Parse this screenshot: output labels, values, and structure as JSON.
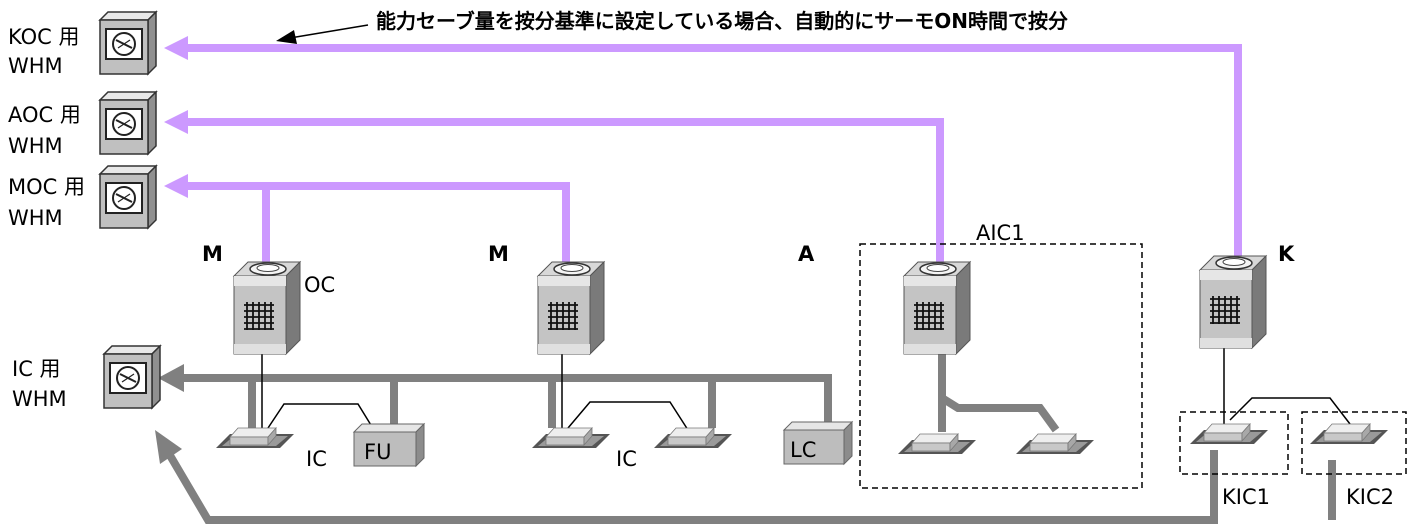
{
  "note": "能力セーブ量を按分基準に設定している場合、自動的にサーモON時間で按分",
  "colors": {
    "signal": "#cc99ff",
    "pipe": "#808080",
    "wire": "#000000",
    "box_dash": "#000000"
  },
  "meters": [
    {
      "label_1": "KOC 用",
      "label_2": "WHM"
    },
    {
      "label_1": "AOC 用",
      "label_2": "WHM"
    },
    {
      "label_1": "MOC 用",
      "label_2": "WHM"
    },
    {
      "label_1": "IC 用",
      "label_2": "WHM"
    }
  ],
  "outdoor_units": [
    {
      "group": "M",
      "tag": "OC"
    },
    {
      "group": "M",
      "tag": ""
    },
    {
      "group": "A",
      "tag": ""
    },
    {
      "group": "K",
      "tag": ""
    }
  ],
  "indoor_labels": {
    "ic_1": "IC",
    "fu": "FU",
    "ic_2": "IC",
    "lc": "LC",
    "aic": "AIC1",
    "kic_1": "KIC1",
    "kic_2": "KIC2"
  },
  "icons": [
    "watt-hour-meter-icon",
    "outdoor-unit-icon",
    "indoor-unit-icon"
  ]
}
